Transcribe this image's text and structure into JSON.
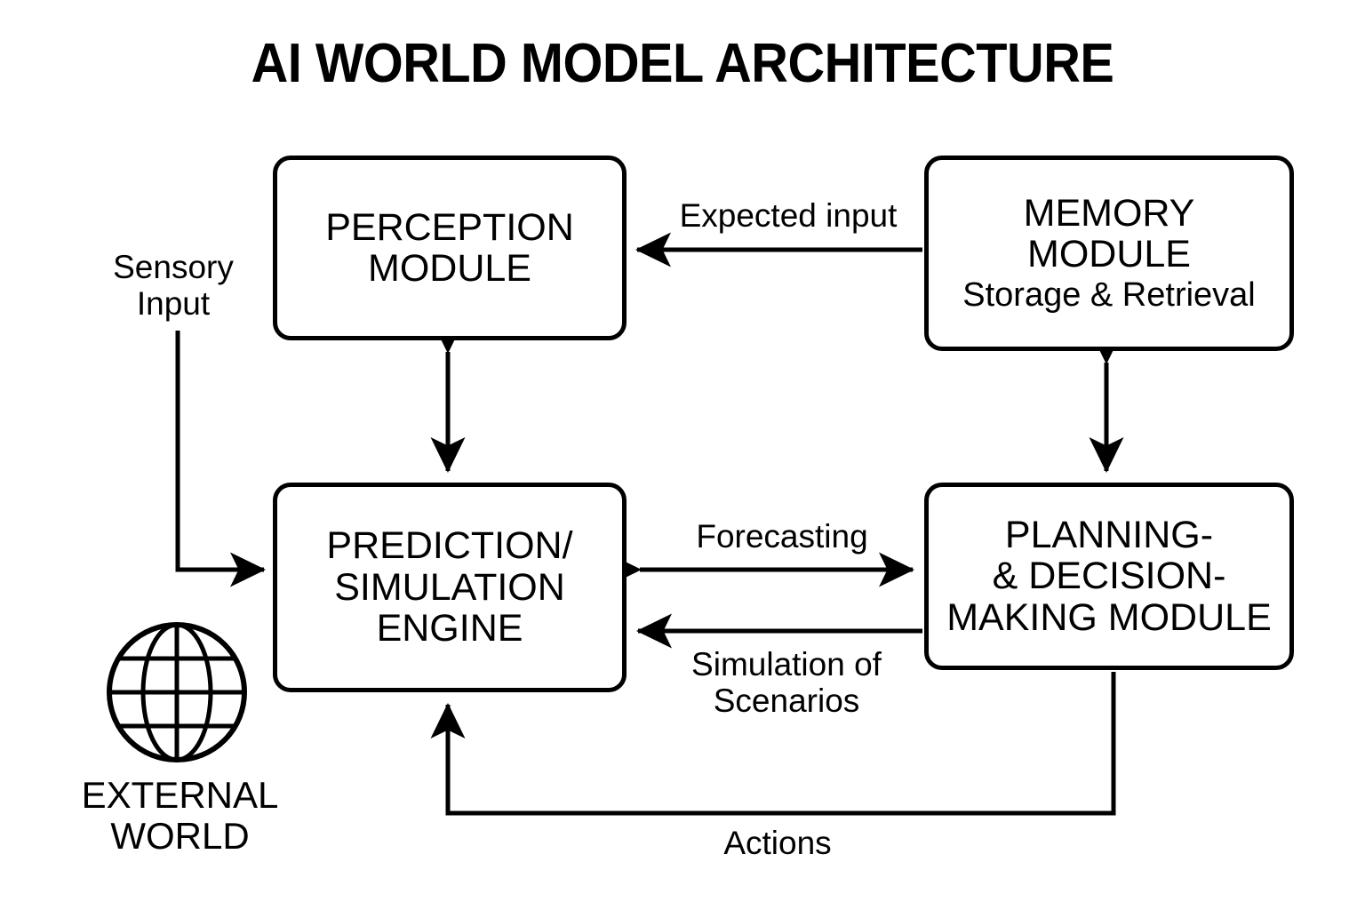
{
  "diagram": {
    "title": "AI WORLD MODEL ARCHITECTURE",
    "nodes": {
      "perception": {
        "line1": "PERCEPTION",
        "line2": "MODULE"
      },
      "memory": {
        "line1": "MEMORY",
        "line2": "MODULE",
        "subtitle": "Storage & Retrieval"
      },
      "prediction": {
        "line1": "PREDICTION/",
        "line2": "SIMULATION",
        "line3": "ENGINE"
      },
      "planning": {
        "line1": "PLANNING-",
        "line2": "& DECISION-",
        "line3": "MAKING MODULE"
      }
    },
    "external": {
      "icon": "globe-icon",
      "line1": "EXTERNAL",
      "line2": "WORLD"
    },
    "edge_labels": {
      "sensory_input": "Sensory\nInput",
      "sensory_input_line1": "Sensory",
      "sensory_input_line2": "Input",
      "expected_input": "Expected input",
      "forecasting": "Forecasting",
      "simulation_of_scenarios_line1": "Simulation of",
      "simulation_of_scenarios_line2": "Scenarios",
      "actions": "Actions"
    },
    "colors": {
      "stroke": "#000000",
      "background": "#ffffff",
      "text": "#000000"
    }
  }
}
